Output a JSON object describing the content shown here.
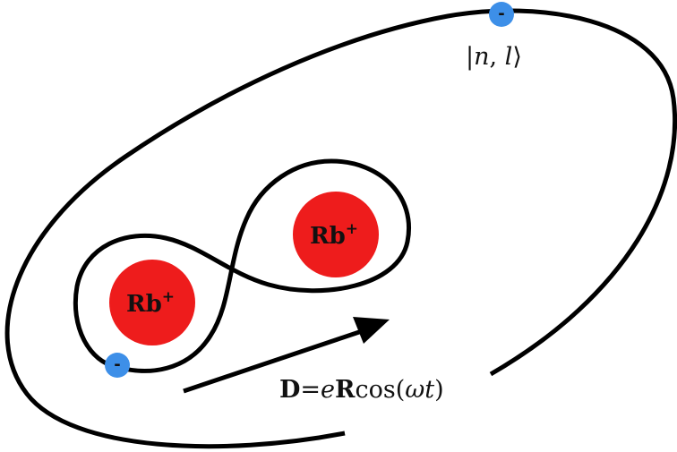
{
  "colors": {
    "ion": "#ee1c1c",
    "electron": "#3d8fe8",
    "line": "#000000"
  },
  "ions": [
    {
      "element": "Rb",
      "charge": "+"
    },
    {
      "element": "Rb",
      "charge": "+"
    }
  ],
  "electrons": [
    {
      "sign": "-"
    },
    {
      "sign": "-"
    }
  ],
  "state_label": {
    "open": "|",
    "n": "n",
    "comma": ", ",
    "l": "l",
    "close": "⟩"
  },
  "dipole_label": {
    "D": "D",
    "eq": "=",
    "e": "e",
    "R": "R",
    "cos": "cos(",
    "omega": "ω",
    "t": "t",
    "close": ")"
  }
}
